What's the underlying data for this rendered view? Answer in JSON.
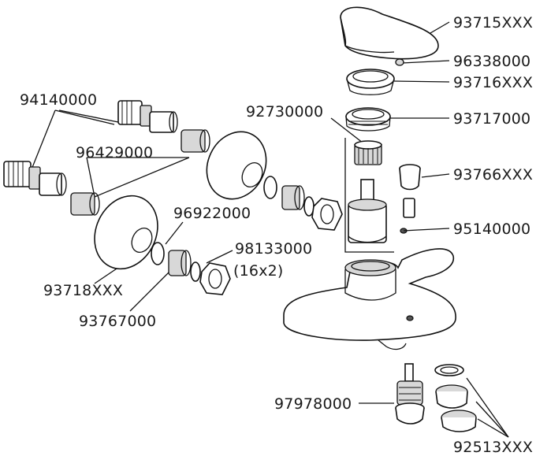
{
  "parts": [
    {
      "id": "p1",
      "label": "93715XXX"
    },
    {
      "id": "p2",
      "label": "96338000"
    },
    {
      "id": "p3",
      "label": "93716XXX"
    },
    {
      "id": "p4",
      "label": "93717000"
    },
    {
      "id": "p5",
      "label": "92730000"
    },
    {
      "id": "p6",
      "label": "93766XXX"
    },
    {
      "id": "p7",
      "label": "95140000"
    },
    {
      "id": "p8",
      "label": "94140000"
    },
    {
      "id": "p9",
      "label": "96429000"
    },
    {
      "id": "p10",
      "label": "96922000"
    },
    {
      "id": "p11",
      "label": "98133000"
    },
    {
      "id": "p11b",
      "label": "(16x2)"
    },
    {
      "id": "p12",
      "label": "93718XXX"
    },
    {
      "id": "p13",
      "label": "93767000"
    },
    {
      "id": "p14",
      "label": "97978000"
    },
    {
      "id": "p15",
      "label": "92513XXX"
    }
  ]
}
